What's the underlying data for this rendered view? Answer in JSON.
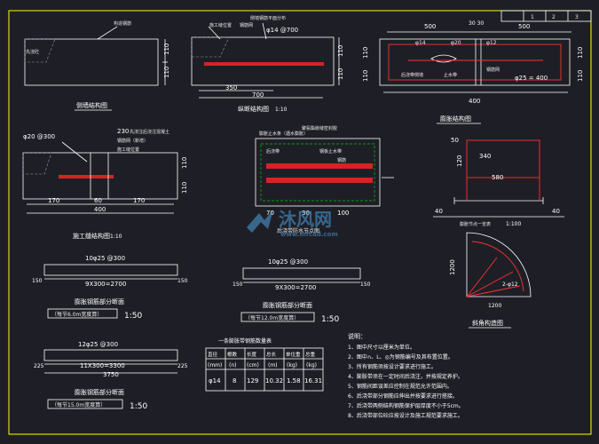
{
  "title_block": {
    "cols": [
      "1",
      "2",
      "3"
    ]
  },
  "views": {
    "v1": {
      "title": "侧墙结构图",
      "callout": "构造钢筋",
      "dim_h1": "110",
      "dim_h2": "110",
      "note_left": "先浇砼"
    },
    "v2": {
      "title": "纵断结构图",
      "scale": "1:10",
      "callout_top": "侧墙钢筋平面分布",
      "callout_top2": "钢筋网",
      "callout_left": "施工缝位置",
      "rebar": "φ14 @700",
      "dim_350": "350",
      "dim_700": "700",
      "dim_h1": "110",
      "dim_h2": "110"
    },
    "v3": {
      "dim_3030": "30 30",
      "dim_500a": "500",
      "dim_500b": "500",
      "dim_400": "400",
      "callout_14": "φ14",
      "callout_20": "φ20",
      "callout_12": "φ12",
      "callout_stop": "止水带",
      "callout_bot": "后浇带侧墙",
      "callout_br": "钢筋网",
      "rebar_br": "φ25 = 400",
      "dim_110a": "110",
      "dim_110b": "110",
      "dim_110c": "110",
      "dim_110d": "110"
    },
    "v4": {
      "title": "施工缝结构图",
      "scale": "1:10",
      "rebar": "φ20 @300",
      "dim_230": "230",
      "note_230": "先浇注后浇注混凝土",
      "note_2": "钢筋网（新增）",
      "note_3": "施工缝位置",
      "dim_170": "170",
      "dim_60": "60",
      "dim_170b": "170",
      "dim_400": "400",
      "dim_110a": "110",
      "dim_110b": "110"
    },
    "v5": {
      "note1": "膨胀止水条（遇水膨胀）",
      "note2": "聚氨酯嵌缝密封胶",
      "note3": "后浇带",
      "note4": "钢板止水带",
      "note5": "钢筋",
      "dim_70": "70",
      "dim_30": "30",
      "dim_100": "100",
      "title": "后浇带防水节点图"
    },
    "v6": {
      "title": "膨胀结构图",
      "dim_50": "50",
      "dim_120": "120",
      "dim_340": "340",
      "dim_580": "580",
      "dim_40a": "40",
      "dim_40b": "40",
      "label": "膨胀节点一览表",
      "scale": "1:100"
    },
    "v7": {
      "r1": "10φ25 @300",
      "r1_dim": "9X300=2700",
      "r1_l": "150",
      "r1_r": "150",
      "r1_title": "膨胀钢筋部分断面",
      "r1_sub": "（每节6.0m宽度算）",
      "r1_scale": "1:50"
    },
    "v8": {
      "r2": "10φ25 @300",
      "r2_dim": "9X300=2700",
      "r2_l": "150",
      "r2_r": "150",
      "r2_title": "膨胀钢筋部分断面",
      "r2_sub": "（每节12.0m宽度算）",
      "r2_scale": "1:50"
    },
    "v9": {
      "r3": "12φ25 @300",
      "r3_dim": "11X300=3300",
      "r3_total": "3750",
      "r3_l": "225",
      "r3_r": "225",
      "r3_title": "膨胀钢筋部分断面",
      "r3_sub": "（每节15.0m宽度算）",
      "r3_scale": "1:50"
    },
    "v10": {
      "dim_1200": "1200",
      "rebar": "2-φ12",
      "title": "斜角构造图",
      "dim_r": "1200"
    }
  },
  "table": {
    "title": "一条膨胀带钢筋数量表",
    "headers": [
      "直径",
      "根数",
      "长度",
      "总长",
      "单位重",
      "总重"
    ],
    "units": [
      "(mm)",
      "(n)",
      "(cm)",
      "(m)",
      "(kg)",
      "(kg)"
    ],
    "row": [
      "φ14",
      "8",
      "129",
      "10.32",
      "1.58",
      "16.31"
    ]
  },
  "notes": {
    "title": "说明：",
    "items": [
      "1、图中尺寸以厘米为单位。",
      "2、图中∩、L、◎为钢筋编号及其布置位置。",
      "3、所有钢筋须按设计要求进行施工。",
      "4、膨胀带须在一定时间后浇注，并按规定养护。",
      "5、钢筋间距误差应控制在规范允许范围内。",
      "6、后浇带部分钢筋应伸出并按要求进行搭接。",
      "7、后浇带两侧结构钢筋保护层厚度不小于5cm。",
      "8、后浇带部位砼应按设计及施工规范要求施工。"
    ]
  },
  "watermark": {
    "brand": "沐风网",
    "url": "www.mfcad.com"
  }
}
